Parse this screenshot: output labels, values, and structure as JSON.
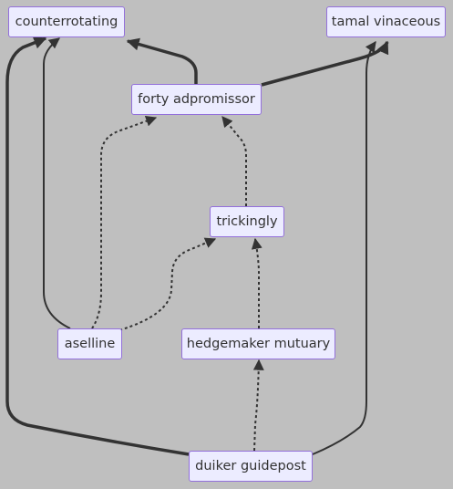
{
  "nodes": {
    "counterrotating": "counterrotating",
    "tamal_vinaceous": "tamal vinaceous",
    "forty_adpromissor": "forty adpromissor",
    "trickingly": "trickingly",
    "aselline": "aselline",
    "hedgemaker_mutuary": "hedgemaker mutuary",
    "duiker_guidepost": "duiker guidepost"
  },
  "edges": [
    {
      "from": "forty adpromissor",
      "to": "counterrotating",
      "style": "thick"
    },
    {
      "from": "forty adpromissor",
      "to": "tamal vinaceous",
      "style": "thick"
    },
    {
      "from": "aselline",
      "to": "counterrotating",
      "style": "normal"
    },
    {
      "from": "aselline",
      "to": "forty adpromissor",
      "style": "dotted"
    },
    {
      "from": "aselline",
      "to": "trickingly",
      "style": "dotted"
    },
    {
      "from": "trickingly",
      "to": "forty adpromissor",
      "style": "dotted"
    },
    {
      "from": "hedgemaker mutuary",
      "to": "trickingly",
      "style": "dotted"
    },
    {
      "from": "duiker guidepost",
      "to": "hedgemaker mutuary",
      "style": "dotted"
    },
    {
      "from": "duiker guidepost",
      "to": "counterrotating",
      "style": "thick"
    },
    {
      "from": "duiker guidepost",
      "to": "tamal vinaceous",
      "style": "normal"
    }
  ],
  "colors": {
    "background": "#bfbfbf",
    "node_fill": "#ececff",
    "node_border": "#9370db",
    "edge": "#333333",
    "text": "#333333"
  }
}
